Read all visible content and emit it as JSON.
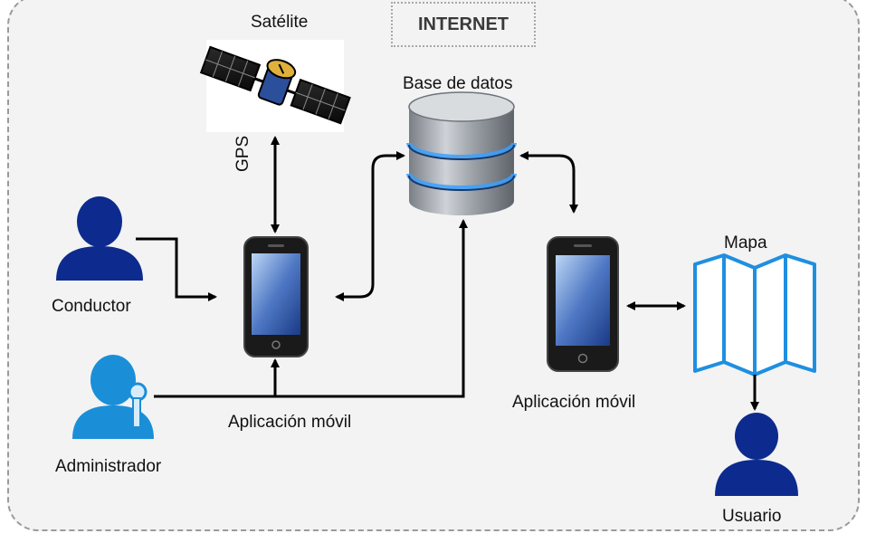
{
  "header": {
    "internet_label": "INTERNET"
  },
  "labels": {
    "satellite": "Satélite",
    "gps": "GPS",
    "database": "Base de datos",
    "driver": "Conductor",
    "admin": "Administrador",
    "app_left": "Aplicación móvil",
    "app_right": "Aplicación móvil",
    "map": "Mapa",
    "user": "Usuario"
  },
  "colors": {
    "person_navy": "#0d2b8e",
    "person_light": "#1a8fd8",
    "map_stroke": "#1f8fe0",
    "arrow": "#000000",
    "db_glow": "#3aa0ff"
  },
  "icons": [
    "satellite-icon",
    "database-icon",
    "phone-icon",
    "person-icon",
    "admin-key-icon",
    "map-icon"
  ]
}
